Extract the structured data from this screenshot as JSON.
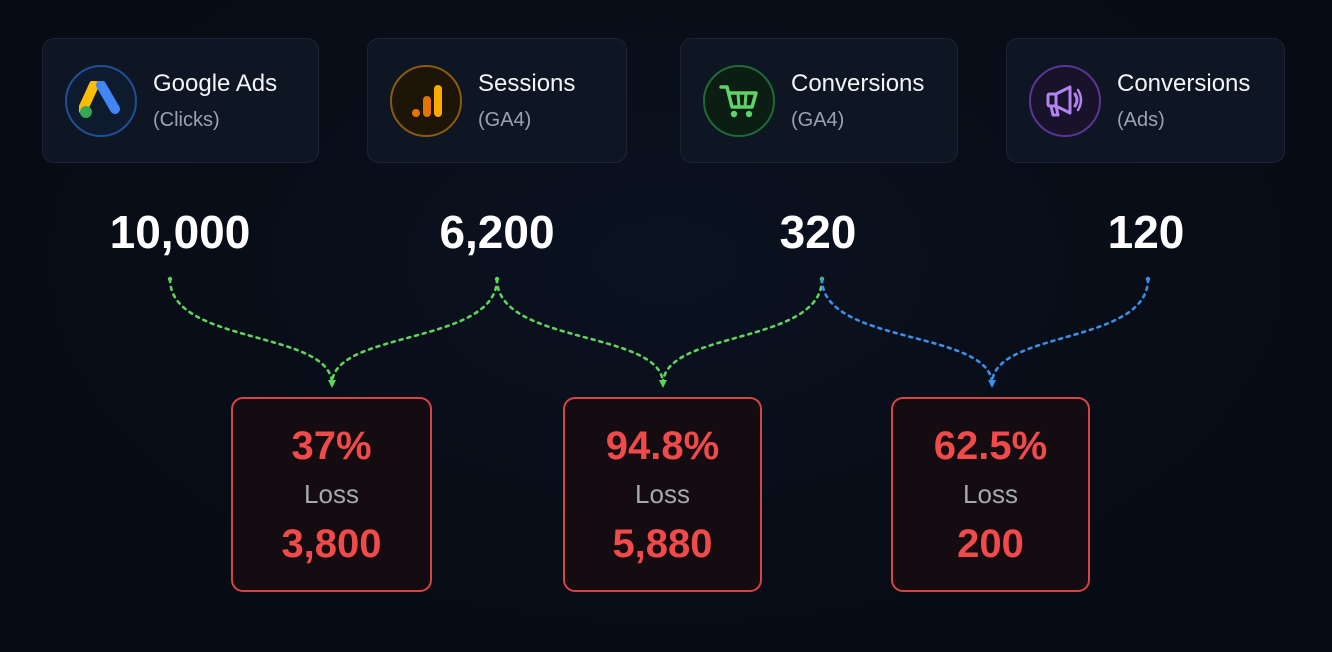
{
  "stages": [
    {
      "title": "Google Ads",
      "subtitle": "(Clicks)",
      "icon": "google-ads-icon",
      "accent": "#2f6fd1",
      "value": "10,000"
    },
    {
      "title": "Sessions",
      "subtitle": "(GA4)",
      "icon": "analytics-bars-icon",
      "accent": "#f29900",
      "value": "6,200"
    },
    {
      "title": "Conversions",
      "subtitle": "(GA4)",
      "icon": "shopping-cart-icon",
      "accent": "#34a853",
      "value": "320"
    },
    {
      "title": "Conversions",
      "subtitle": "(Ads)",
      "icon": "megaphone-icon",
      "accent": "#8e55e0",
      "value": "120"
    }
  ],
  "losses": [
    {
      "percent": "37%",
      "label": "Loss",
      "amount": "3,800",
      "connector_color": "#5fd35b"
    },
    {
      "percent": "94.8%",
      "label": "Loss",
      "amount": "5,880",
      "connector_color": "#5fd35b"
    },
    {
      "percent": "62.5%",
      "label": "Loss",
      "amount": "200",
      "connector_color": "#3b8fe8"
    }
  ],
  "colors": {
    "background": "#070b14",
    "card_background": "#0f1623",
    "loss_border": "#d64545",
    "loss_text": "#f04a4a"
  }
}
